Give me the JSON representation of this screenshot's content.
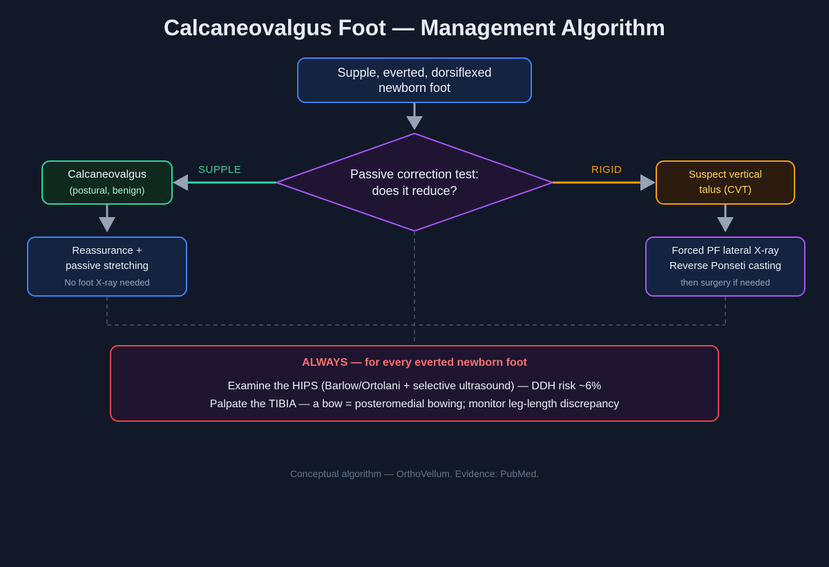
{
  "title": "Calcaneovalgus Foot — Management Algorithm",
  "start_node": {
    "lines": [
      "Supple, everted, dorsiflexed",
      "newborn foot"
    ]
  },
  "decision": {
    "lines": [
      "Passive correction test:",
      "does it reduce?"
    ]
  },
  "edges": {
    "supple_label": "SUPPLE",
    "rigid_label": "RIGID"
  },
  "supple_node": {
    "title": "Calcaneovalgus",
    "subtitle": "(postural, benign)"
  },
  "rigid_node": {
    "lines": [
      "Suspect vertical",
      "talus (CVT)"
    ]
  },
  "supple_mgmt": {
    "lines": [
      "Reassurance +",
      "passive stretching"
    ],
    "note": "No foot X-ray needed"
  },
  "rigid_mgmt": {
    "lines": [
      "Forced PF lateral X-ray",
      "Reverse Ponseti casting"
    ],
    "note": "then surgery if needed"
  },
  "always_box": {
    "heading": "ALWAYS — for every everted newborn foot",
    "lines": [
      "Examine the HIPS (Barlow/Ortolani + selective ultrasound) — DDH risk ~6%",
      "Palpate the TIBIA — a bow = posteromedial bowing; monitor leg-length discrepancy"
    ]
  },
  "footer": "Conceptual algorithm — OrthoVellum. Evidence: PubMed.",
  "colors": {
    "background": "#111827",
    "blue": "#3b82f6",
    "green": "#34d399",
    "amber": "#f59e0b",
    "purple": "#a855f7",
    "red": "#ef4444",
    "arrow_gray": "#94a3b8"
  }
}
